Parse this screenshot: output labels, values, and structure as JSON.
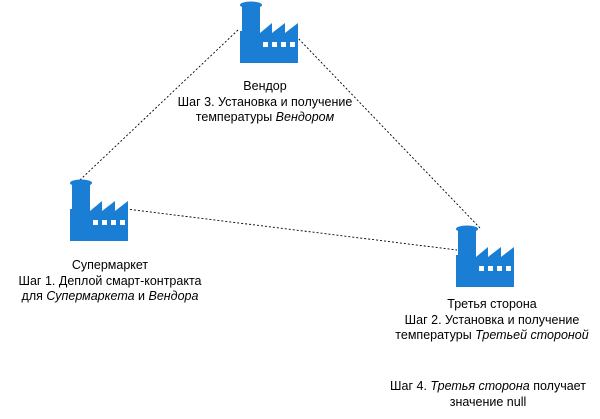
{
  "icon_color": "#1a7fd4",
  "edge_color": "#000000",
  "nodes": {
    "vendor": {
      "icon": "factory-icon",
      "title": "Вендор",
      "line1": "Шаг 3. Установка и получение",
      "line2_prefix": "температуры ",
      "line2_italic": "Вендором"
    },
    "supermarket": {
      "icon": "factory-icon",
      "title": "Супермаркет",
      "line1": "Шаг 1. Деплой смарт-контракта",
      "line2_prefix": "для ",
      "line2_italic_a": "Супермаркета",
      "line2_mid": " и ",
      "line2_italic_b": "Вендора"
    },
    "third_party": {
      "icon": "factory-icon",
      "title": "Третья сторона",
      "line1": "Шаг 2. Установка и получение",
      "line2_prefix": "температуры ",
      "line2_italic": "Третьей стороной"
    }
  },
  "step4": {
    "prefix": "Шаг 4. ",
    "italic": "Третья сторона",
    "suffix": " получает",
    "line2": "значение null"
  }
}
